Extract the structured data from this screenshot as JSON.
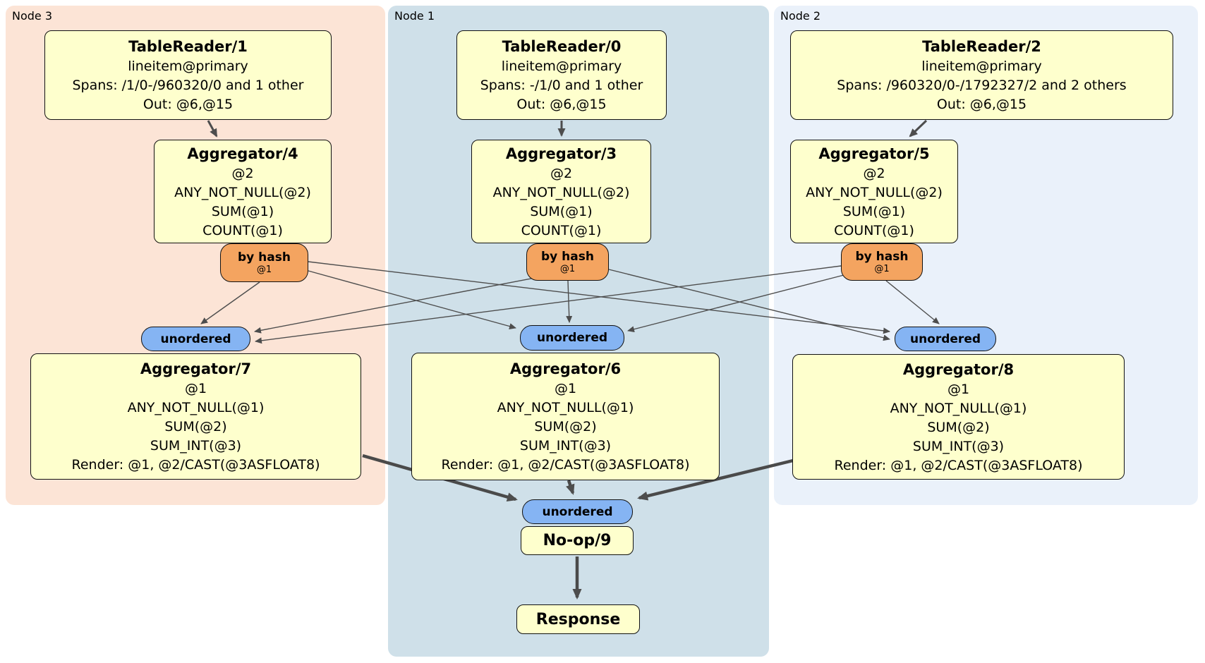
{
  "regions": {
    "node3": {
      "label": "Node 3"
    },
    "node1": {
      "label": "Node 1"
    },
    "node2": {
      "label": "Node 2"
    }
  },
  "processors": {
    "tr1": {
      "title": "TableReader/1",
      "lines": [
        "lineitem@primary",
        "Spans: /1/0-/960320/0 and 1 other",
        "Out: @6,@15"
      ]
    },
    "tr0": {
      "title": "TableReader/0",
      "lines": [
        "lineitem@primary",
        "Spans: -/1/0 and 1 other",
        "Out: @6,@15"
      ]
    },
    "tr2": {
      "title": "TableReader/2",
      "lines": [
        "lineitem@primary",
        "Spans: /960320/0-/1792327/2 and 2 others",
        "Out: @6,@15"
      ]
    },
    "agg4": {
      "title": "Aggregator/4",
      "lines": [
        "@2",
        "ANY_NOT_NULL(@2)",
        "SUM(@1)",
        "COUNT(@1)"
      ]
    },
    "agg3": {
      "title": "Aggregator/3",
      "lines": [
        "@2",
        "ANY_NOT_NULL(@2)",
        "SUM(@1)",
        "COUNT(@1)"
      ]
    },
    "agg5": {
      "title": "Aggregator/5",
      "lines": [
        "@2",
        "ANY_NOT_NULL(@2)",
        "SUM(@1)",
        "COUNT(@1)"
      ]
    },
    "agg7": {
      "title": "Aggregator/7",
      "lines": [
        "@1",
        "ANY_NOT_NULL(@1)",
        "SUM(@2)",
        "SUM_INT(@3)",
        "Render: @1, @2/CAST(@3ASFLOAT8)"
      ]
    },
    "agg6": {
      "title": "Aggregator/6",
      "lines": [
        "@1",
        "ANY_NOT_NULL(@1)",
        "SUM(@2)",
        "SUM_INT(@3)",
        "Render: @1, @2/CAST(@3ASFLOAT8)"
      ]
    },
    "agg8": {
      "title": "Aggregator/8",
      "lines": [
        "@1",
        "ANY_NOT_NULL(@1)",
        "SUM(@2)",
        "SUM_INT(@3)",
        "Render: @1, @2/CAST(@3ASFLOAT8)"
      ]
    },
    "noop": {
      "title": "No-op/9"
    },
    "response": {
      "title": "Response"
    }
  },
  "routers": {
    "r3": {
      "label": "by hash",
      "detail": "@1"
    },
    "r1": {
      "label": "by hash",
      "detail": "@1"
    },
    "r2": {
      "label": "by hash",
      "detail": "@1"
    }
  },
  "syncs": {
    "u3": {
      "label": "unordered"
    },
    "u1": {
      "label": "unordered"
    },
    "u2": {
      "label": "unordered"
    },
    "ub": {
      "label": "unordered"
    }
  },
  "edges": [
    {
      "from": "TableReader/1",
      "to": "Aggregator/4"
    },
    {
      "from": "TableReader/0",
      "to": "Aggregator/3"
    },
    {
      "from": "TableReader/2",
      "to": "Aggregator/5"
    },
    {
      "from": "by-hash-node3",
      "to": "unordered-node3"
    },
    {
      "from": "by-hash-node3",
      "to": "unordered-node1"
    },
    {
      "from": "by-hash-node3",
      "to": "unordered-node2"
    },
    {
      "from": "by-hash-node1",
      "to": "unordered-node3"
    },
    {
      "from": "by-hash-node1",
      "to": "unordered-node1"
    },
    {
      "from": "by-hash-node1",
      "to": "unordered-node2"
    },
    {
      "from": "by-hash-node2",
      "to": "unordered-node3"
    },
    {
      "from": "by-hash-node2",
      "to": "unordered-node1"
    },
    {
      "from": "by-hash-node2",
      "to": "unordered-node2"
    },
    {
      "from": "Aggregator/7",
      "to": "unordered-final"
    },
    {
      "from": "Aggregator/6",
      "to": "unordered-final"
    },
    {
      "from": "Aggregator/8",
      "to": "unordered-final"
    },
    {
      "from": "No-op/9",
      "to": "Response"
    }
  ],
  "colors": {
    "node3_bg": "#fce4d6",
    "node1_bg": "#cfe0e9",
    "node2_bg": "#eaf1fa",
    "processor_bg": "#feffcd",
    "router_bg": "#f4a460",
    "sync_bg": "#85b4f3",
    "edge": "#4d4d4d",
    "border": "#111111"
  }
}
